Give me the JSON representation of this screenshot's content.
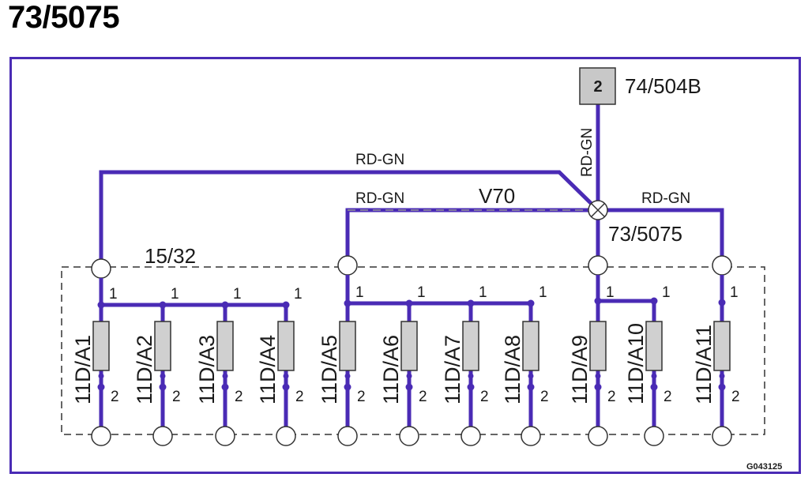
{
  "title": "73/5075",
  "diagram_code": "G043125",
  "colors": {
    "wire": "#4a2bb5",
    "frame": "#4a2bb5",
    "fuse_fill": "#d0d0d0",
    "connector_fill": "#c8c8c8"
  },
  "connector": {
    "pin": "2",
    "label": "74/504B"
  },
  "splice": {
    "label": "73/5075"
  },
  "group_label": "15/32",
  "model_label": "V70",
  "wires": {
    "top_left": "RD-GN",
    "mid_left": "RD-GN",
    "right": "RD-GN",
    "vertical": "RD-GN"
  },
  "fuses": [
    {
      "name": "11D/A1",
      "pin_top": "1",
      "pin_bottom": "2"
    },
    {
      "name": "11D/A2",
      "pin_top": "1",
      "pin_bottom": "2"
    },
    {
      "name": "11D/A3",
      "pin_top": "1",
      "pin_bottom": "2"
    },
    {
      "name": "11D/A4",
      "pin_top": "1",
      "pin_bottom": "2"
    },
    {
      "name": "11D/A5",
      "pin_top": "1",
      "pin_bottom": "2"
    },
    {
      "name": "11D/A6",
      "pin_top": "1",
      "pin_bottom": "2"
    },
    {
      "name": "11D/A7",
      "pin_top": "1",
      "pin_bottom": "2"
    },
    {
      "name": "11D/A8",
      "pin_top": "1",
      "pin_bottom": "2"
    },
    {
      "name": "11D/A9",
      "pin_top": "1",
      "pin_bottom": "2"
    },
    {
      "name": "11D/A10",
      "pin_top": "1",
      "pin_bottom": "2"
    },
    {
      "name": "11D/A11",
      "pin_top": "1",
      "pin_bottom": "2"
    }
  ]
}
